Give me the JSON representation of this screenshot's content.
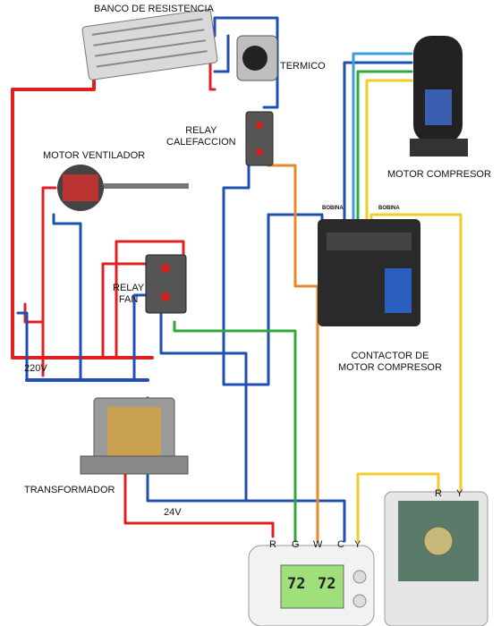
{
  "labels": {
    "resistance_bank": "BANCO DE RESISTENCIA",
    "thermal": "TERMICO",
    "relay_heating": "RELAY\nCALEFACCION",
    "fan_motor": "MOTOR VENTILADOR",
    "relay_fan": "RELAY\nFAN",
    "compressor_motor": "MOTOR COMPRESOR",
    "contactor": "CONTACTOR DE\nMOTOR COMPRESOR",
    "coil_left": "BOBINA",
    "coil_right": "BOBINA",
    "supply_voltage": "220V",
    "transformer": "TRANSFORMADOR",
    "low_voltage": "24V"
  },
  "thermostat_terminals": [
    "R",
    "G",
    "W",
    "C",
    "Y"
  ],
  "outdoor_terminals": [
    "R",
    "Y"
  ],
  "thermostat_display": {
    "left": "72",
    "right": "72"
  },
  "colors": {
    "red": "#e02020",
    "blue": "#1f4fb0",
    "green": "#2eaa3a",
    "yellow": "#f2cc2a",
    "orange": "#e8882a",
    "light_blue": "#3a9fd8"
  }
}
